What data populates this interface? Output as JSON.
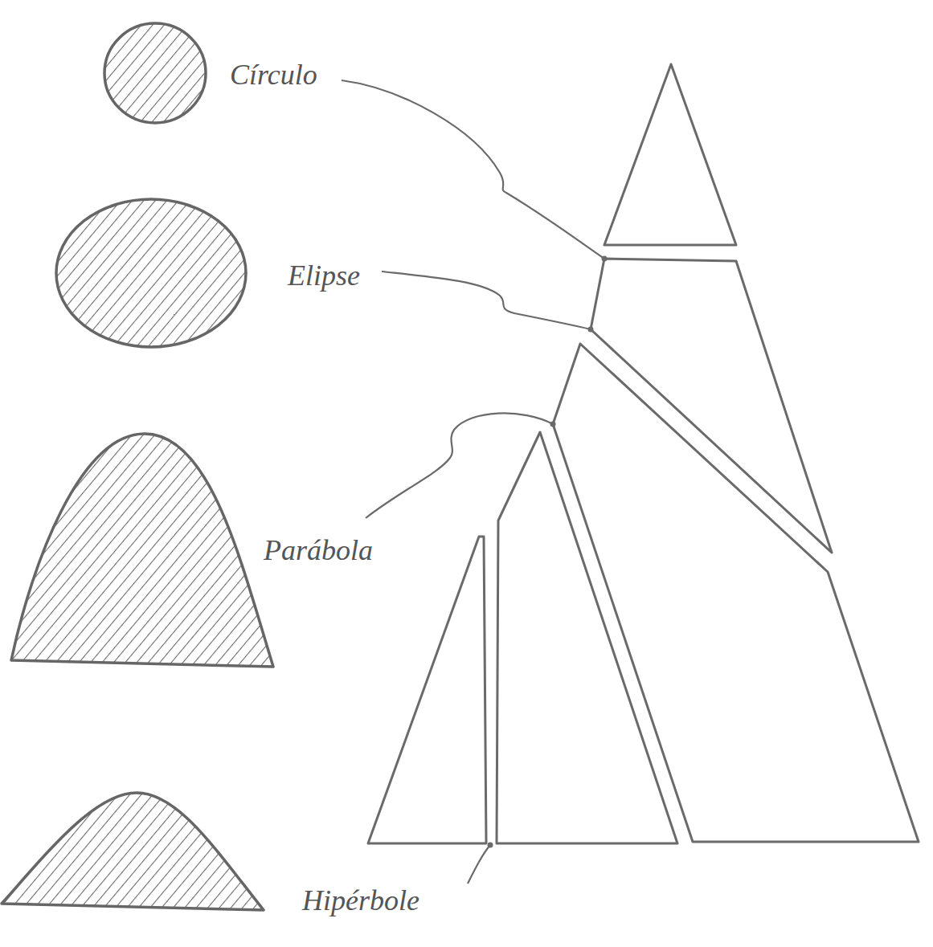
{
  "diagram": {
    "labels": [
      "Círculo",
      "Elipse",
      "Parábola",
      "Hipérbole"
    ]
  }
}
